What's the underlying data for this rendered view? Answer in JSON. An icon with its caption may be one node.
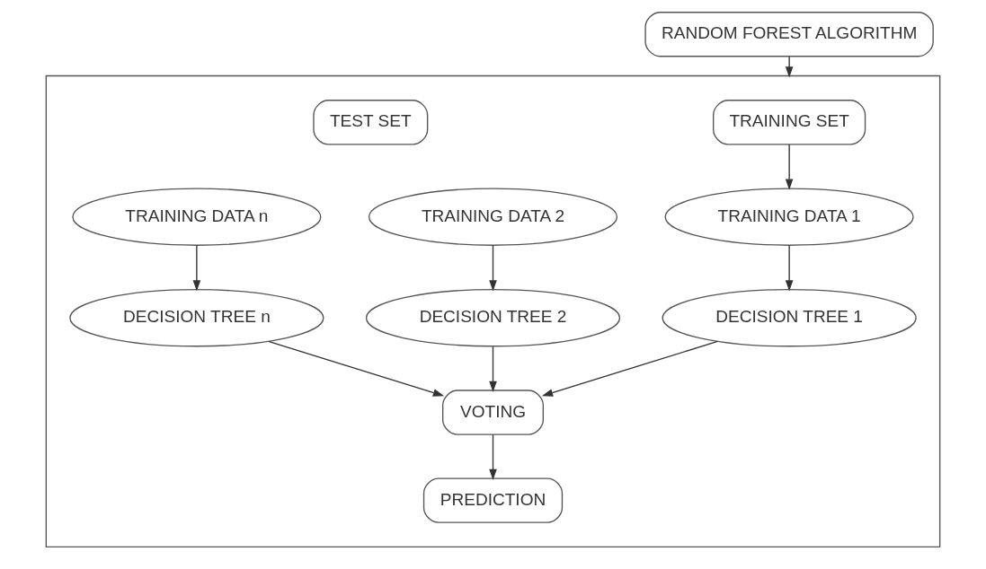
{
  "diagram": {
    "nodes": [
      {
        "text": [
          "RANDOM FOREST ALGORITHM"
        ]
      },
      {
        "text": [],
        "shape": "box"
      },
      {
        "text": [
          "TRAINING SET"
        ],
        "in": 1
      },
      {
        "text": [
          "TEST SET"
        ],
        "in": 1
      },
      {
        "text": [
          "TRAINING DATA 1"
        ],
        "in": 1
      },
      {
        "text": [
          "TRAINING DATA 2"
        ],
        "in": 1
      },
      {
        "text": [
          "TRAINING DATA n"
        ],
        "in": 1
      },
      {
        "text": [
          "DECISION TREE 1"
        ],
        "in": 1
      },
      {
        "text": [
          "DECISION TREE 2"
        ],
        "in": 1
      },
      {
        "text": [
          "DECISION TREE n"
        ],
        "in": 1
      },
      {
        "text": [
          "VOTING"
        ],
        "in": 1
      },
      {
        "text": [
          "PREDICTION"
        ],
        "in": 1
      }
    ],
    "edges": [
      {
        "from": 0,
        "to": 1,
        "arrow": "to"
      },
      {
        "from": 2,
        "to": 4,
        "arrow": "to"
      },
      {
        "from": 4,
        "to": 7,
        "arrow": "to"
      },
      {
        "from": 5,
        "to": 8,
        "arrow": "to"
      },
      {
        "from": 6,
        "to": 9,
        "arrow": "to"
      },
      {
        "from": 7,
        "to": 10,
        "arrow": "to"
      },
      {
        "from": 8,
        "to": 10,
        "arrow": "to"
      },
      {
        "from": 9,
        "to": 10,
        "arrow": "to"
      },
      {
        "from": 10,
        "to": 11,
        "arrow": "to"
      }
    ]
  }
}
